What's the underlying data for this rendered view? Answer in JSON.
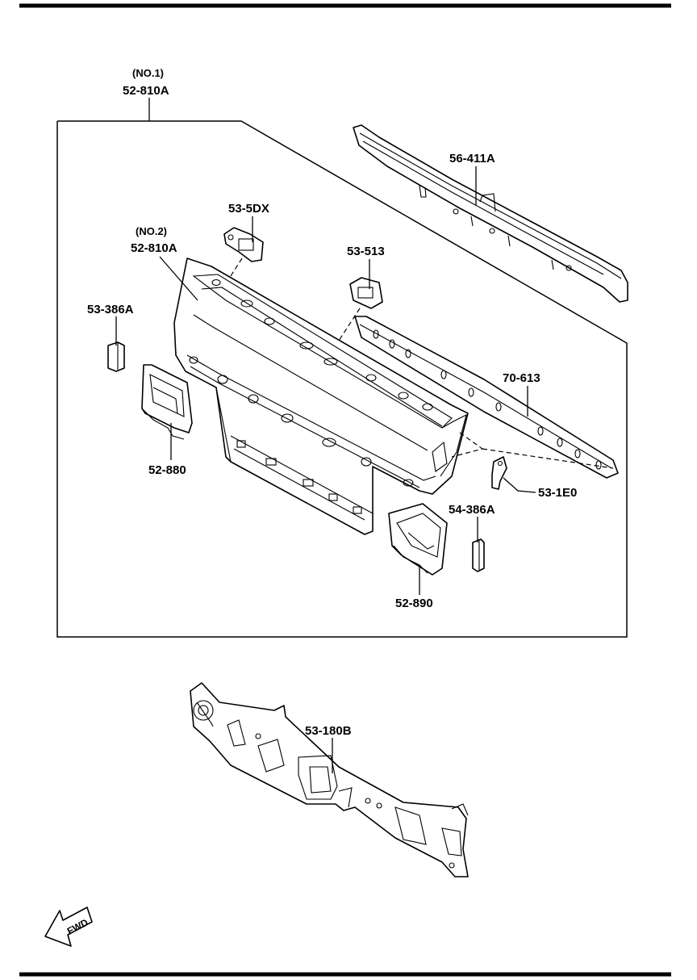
{
  "labels": {
    "no1": "(NO.1)",
    "p52_810a_1": "52-810A",
    "no2": "(NO.2)",
    "p52_810a_2": "52-810A",
    "p56_411a": "56-411A",
    "p53_5dx": "53-5DX",
    "p53_513": "53-513",
    "p53_386a": "53-386A",
    "p70_613": "70-613",
    "p52_880": "52-880",
    "p53_1e0": "53-1E0",
    "p54_386a": "54-386A",
    "p52_890": "52-890",
    "p53_180b": "53-180B"
  },
  "fwd": "FWD"
}
